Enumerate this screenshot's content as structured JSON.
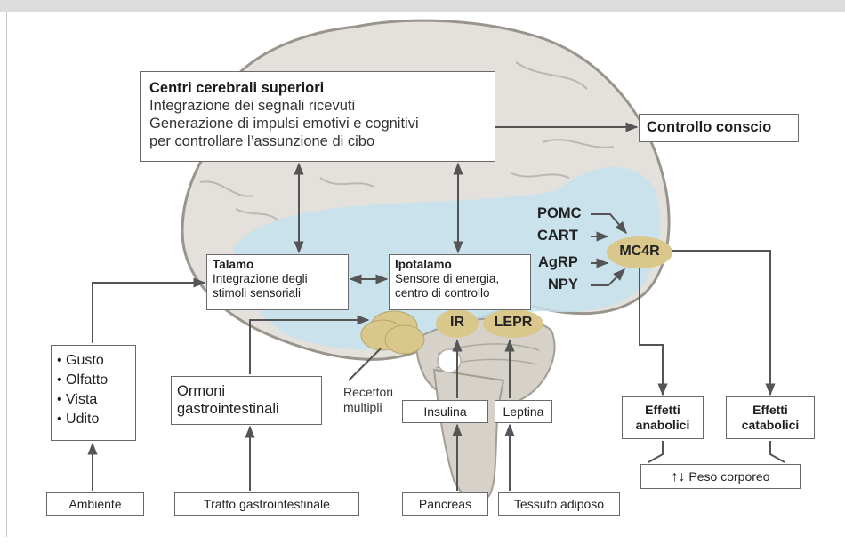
{
  "higher_centers": {
    "title": "Centri cerebrali superiori",
    "line1": "Integrazione dei segnali ricevuti",
    "line2": "Generazione di impulsi emotivi e cognitivi",
    "line3": "per controllare l’assunzione di cibo"
  },
  "conscious_control": "Controllo conscio",
  "thalamus": {
    "title": "Talamo",
    "line1": "Integrazione degli",
    "line2": "stimoli sensoriali"
  },
  "hypothalamus": {
    "title": "Ipotalamo",
    "line1": "Sensore di energia,",
    "line2": "centro di controllo"
  },
  "neuropeptides": [
    "POMC",
    "CART",
    "AgRP",
    "NPY"
  ],
  "receptors": {
    "mc4r": "MC4R",
    "ir": "IR",
    "lepr": "LEPR"
  },
  "senses": [
    "• Gusto",
    "• Olfatto",
    "• Vista",
    "• Udito"
  ],
  "gut_hormones": {
    "line1": "Ormoni",
    "line2": "gastrointestinali"
  },
  "multiple_receptors": {
    "line1": "Recettori",
    "line2": "multipli"
  },
  "insulin": "Insulina",
  "leptin": "Leptina",
  "anabolic": {
    "line1": "Effetti",
    "line2": "anabolici"
  },
  "catabolic": {
    "line1": "Effetti",
    "line2": "catabolici"
  },
  "body_weight": {
    "arrows": "↑↓",
    "label": "Peso corporeo"
  },
  "sources": {
    "environment": "Ambiente",
    "gi_tract": "Tratto gastrointestinale",
    "pancreas": "Pancreas",
    "adipose": "Tessuto adiposo"
  },
  "colors": {
    "brain_fill": "#e4e1dc",
    "brain_stroke": "#9a958c",
    "hypothalamus_region": "#c6e2ee",
    "receptor_fill": "#d9c78c",
    "line": "#555555"
  }
}
